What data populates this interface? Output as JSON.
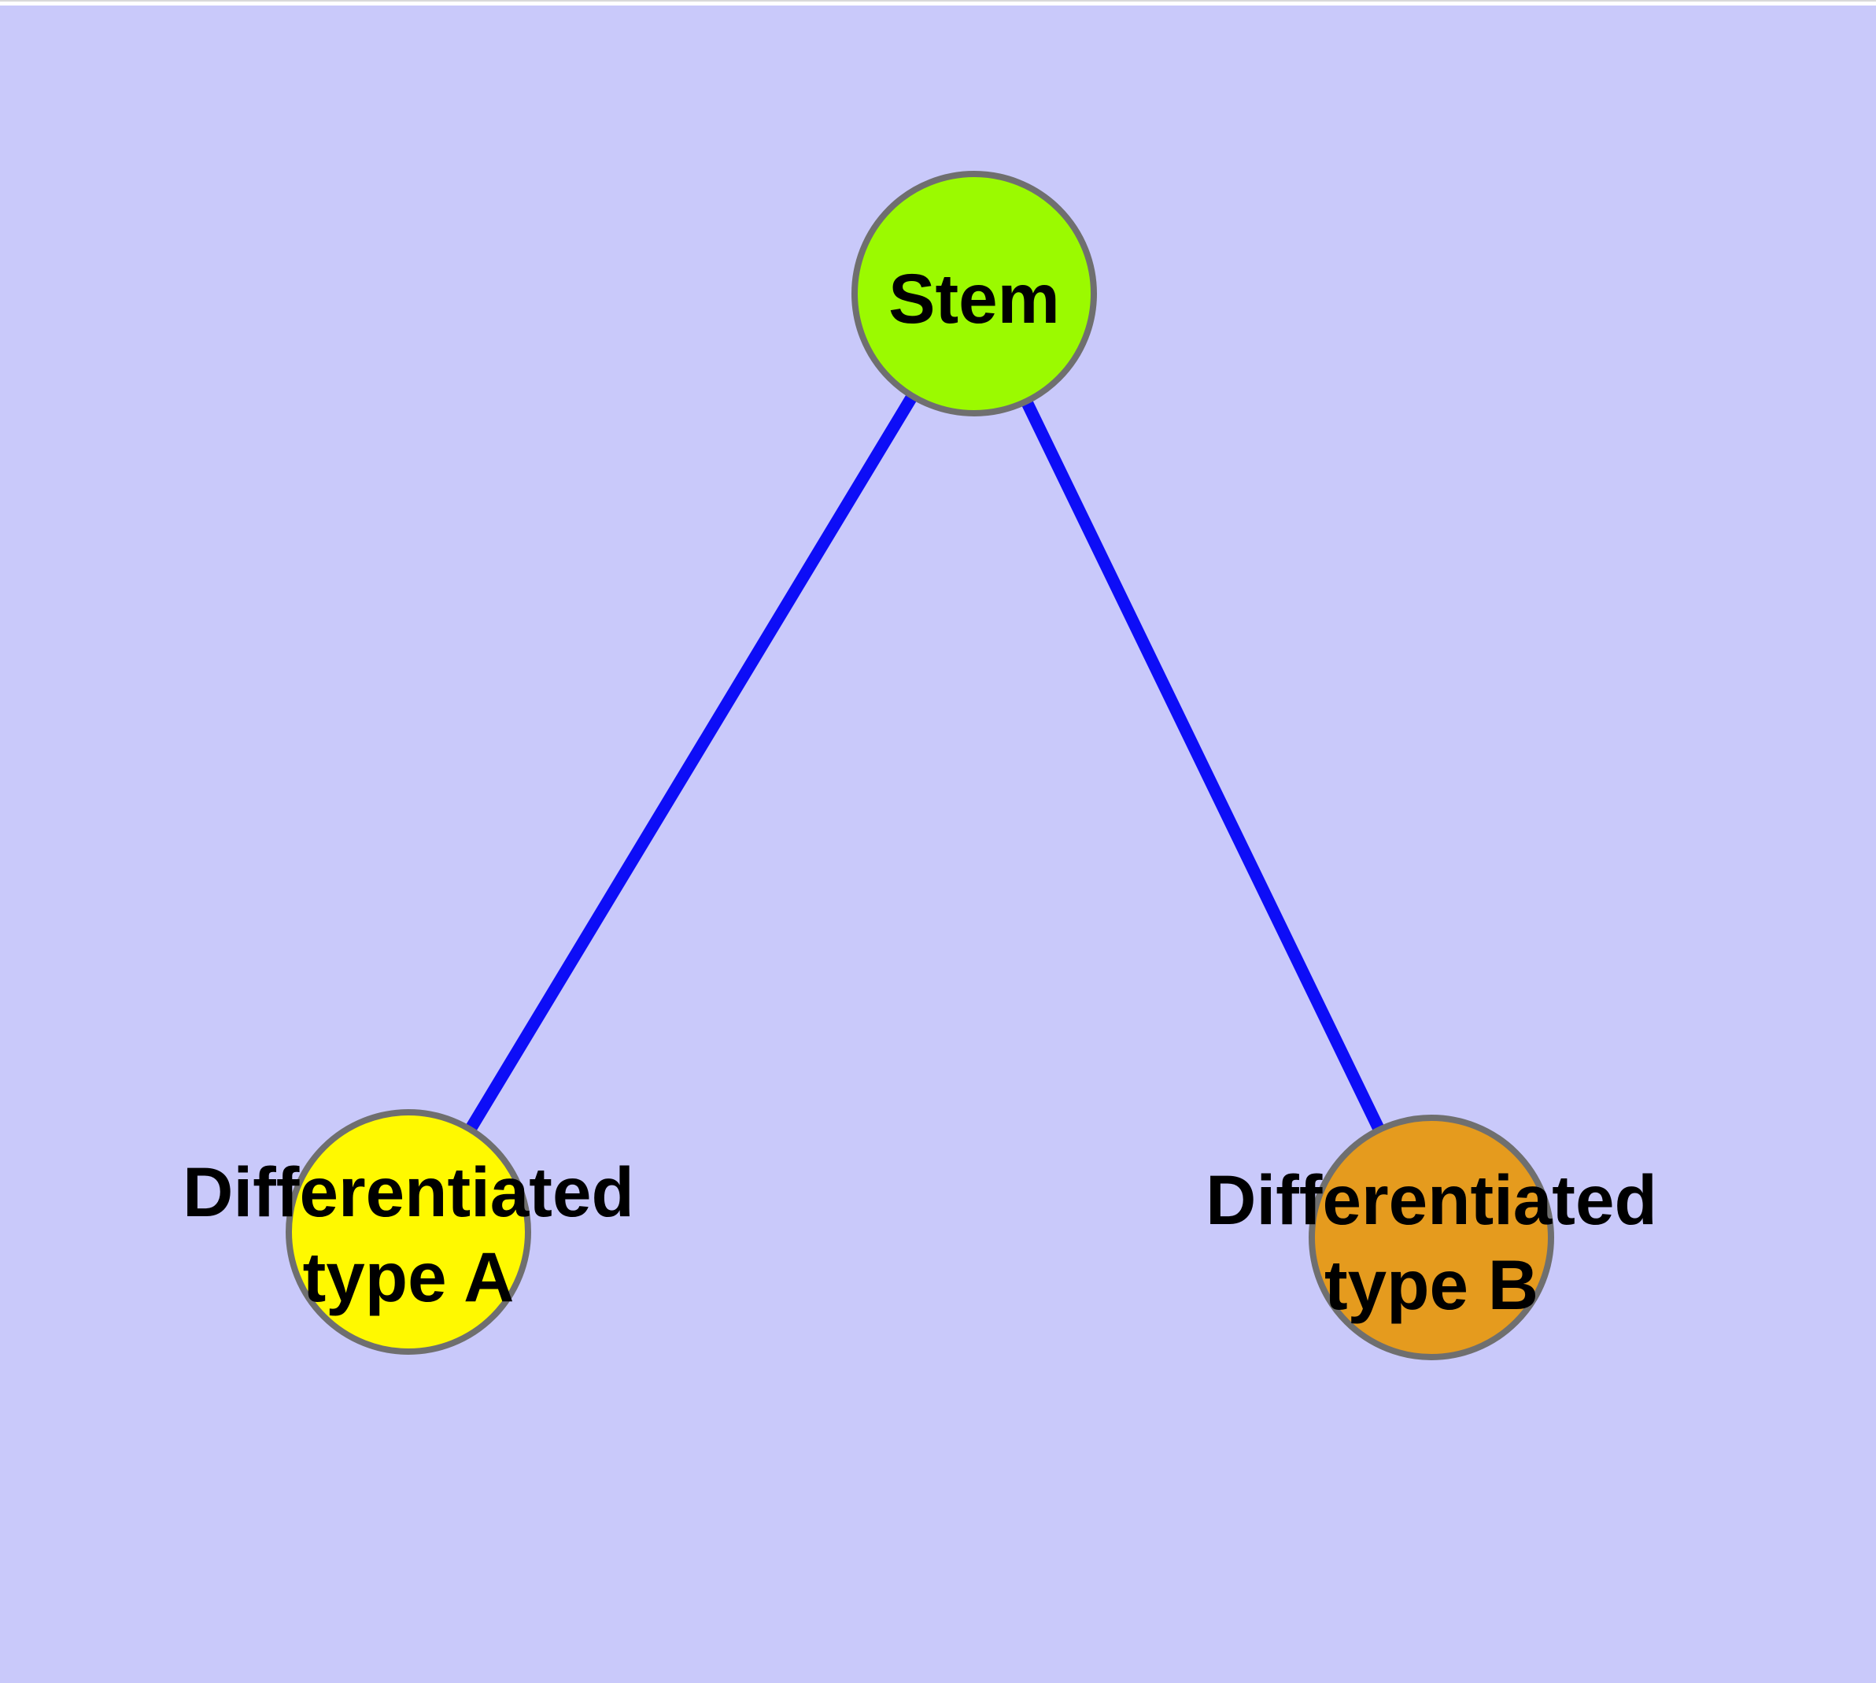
{
  "diagram": {
    "type": "graph",
    "colors": {
      "background": "#c9c9fa",
      "top_margin": "#ffffff",
      "top_border_line": "#d9d9d9",
      "edge": "#0d0df7",
      "node_border": "#6f6f6f",
      "label": "#000000"
    },
    "nodes": [
      {
        "id": "stem",
        "label": "Stem",
        "fill": "#9bfa00"
      },
      {
        "id": "differentiated-type-a",
        "label_line1": "Differentiated",
        "label_line2": "type A",
        "fill": "#fff900"
      },
      {
        "id": "differentiated-type-b",
        "label_line1": "Differentiated",
        "label_line2": "type B",
        "fill": "#e59b1e"
      }
    ],
    "edges": [
      {
        "from": "stem",
        "to": "differentiated-type-a"
      },
      {
        "from": "stem",
        "to": "differentiated-type-b"
      }
    ]
  }
}
